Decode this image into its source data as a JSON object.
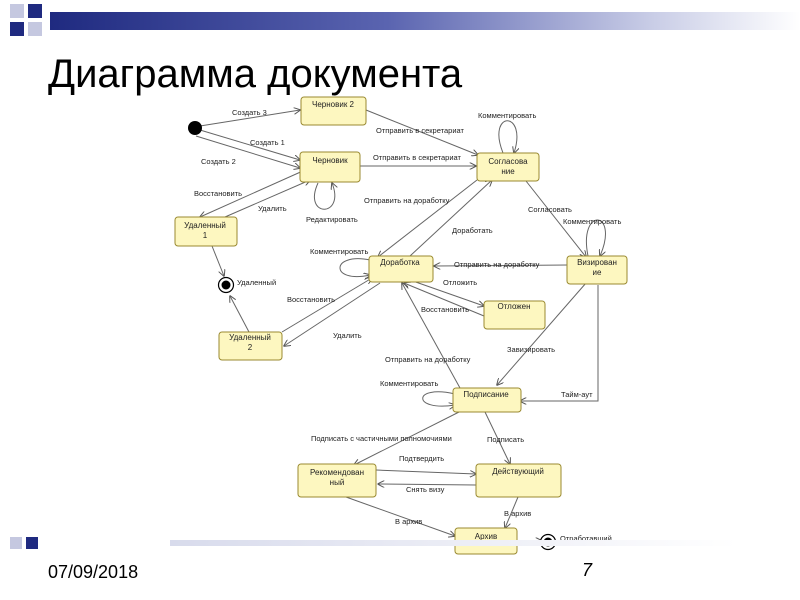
{
  "title": "Диаграмма документа",
  "footer": {
    "date": "07/09/2018",
    "page": "7"
  },
  "colors": {
    "state_fill": "#fdf7c0",
    "state_stroke": "#9a8a30",
    "bar_dark": "#1f2a80"
  },
  "states": {
    "draft2": [
      "Черновик 2"
    ],
    "draft": [
      "Черновик"
    ],
    "approval": [
      "Согласова",
      "ние"
    ],
    "deleted1": [
      "Удаленный",
      "1"
    ],
    "rework": [
      "Доработка"
    ],
    "vizing": [
      "Визирован",
      "ие"
    ],
    "postponed": [
      "Отложен"
    ],
    "deleted2": [
      "Удаленный",
      "2"
    ],
    "signing": [
      "Подписание"
    ],
    "recommended": [
      "Рекомендован",
      "ный"
    ],
    "active": [
      "Действующий"
    ],
    "archive": [
      "Архив"
    ]
  },
  "final_labels": {
    "deleted": "Удаленный",
    "worked": "Отработавший"
  },
  "transitions": {
    "create3": "Создать 3",
    "create1": "Создать 1",
    "create2": "Создать 2",
    "restore1": "Восстановить",
    "delete1": "Удалить",
    "edit": "Редактировать",
    "send_secr1": "Отправить в секретариат",
    "send_secr2": "Отправить в секретариат",
    "comment1": "Комментировать",
    "send_rework1": "Отправить на доработку",
    "agree": "Согласовать",
    "comment2": "Комментировать",
    "comment_rework": "Комментировать",
    "rework_done": "Доработать",
    "send_rework2": "Отправить на доработку",
    "postpone": "Отложить",
    "restore_post": "Восстановить",
    "restore2": "Восстановить",
    "delete2": "Удалить",
    "visa": "Завизировать",
    "send_rework3": "Отправить на доработку",
    "comment3": "Комментировать",
    "timeout": "Тайм-аут",
    "sign_partial": "Подписать с частичными полномочиями",
    "sign": "Подписать",
    "confirm": "Подтвердить",
    "remove_visa": "Снять визу",
    "to_archive1": "В архив",
    "to_archive2": "В архив"
  }
}
